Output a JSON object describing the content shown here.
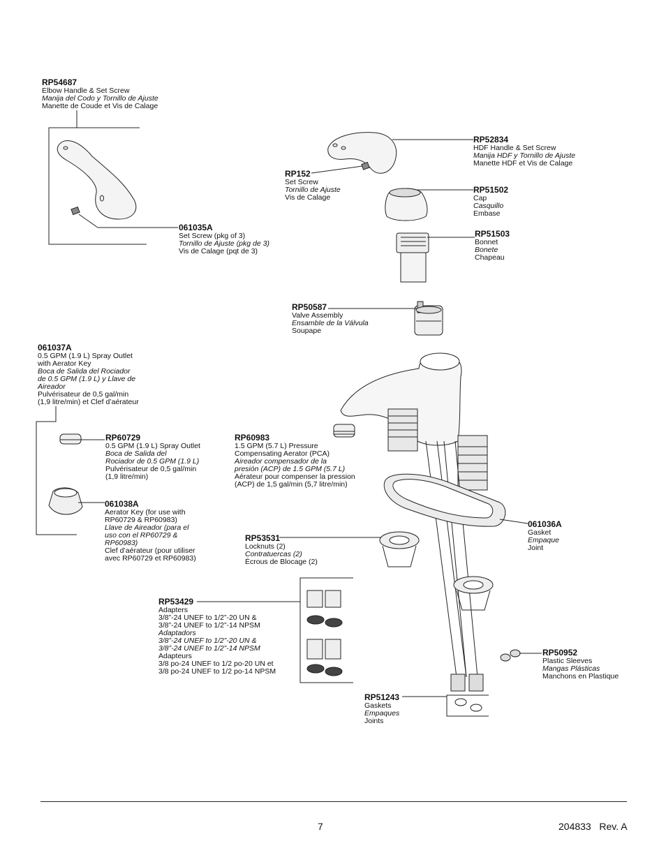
{
  "parts": [
    {
      "id": "rp54687",
      "number": "RP54687",
      "lines": [
        {
          "text": "Elbow Handle & Set Screw",
          "italic": false
        },
        {
          "text": "Manija del Codo y Tornillo de Ajuste",
          "italic": true
        },
        {
          "text": "Manette de Coude et Vis de Calage",
          "italic": false
        }
      ]
    },
    {
      "id": "061035a",
      "number": "061035A",
      "lines": [
        {
          "text": "Set Screw (pkg of 3)",
          "italic": false
        },
        {
          "text": "Tornillo de Ajuste (pkg de 3)",
          "italic": true
        },
        {
          "text": "Vis de Calage (pqt de 3)",
          "italic": false
        }
      ]
    },
    {
      "id": "rp52834",
      "number": "RP52834",
      "lines": [
        {
          "text": "HDF Handle & Set Screw",
          "italic": false
        },
        {
          "text": "Manija HDF y Tornillo de Ajuste",
          "italic": true
        },
        {
          "text": "Manette HDF et Vis de Calage",
          "italic": false
        }
      ]
    },
    {
      "id": "rp152",
      "number": "RP152",
      "lines": [
        {
          "text": "Set Screw",
          "italic": false
        },
        {
          "text": "Tornillo de Ajuste",
          "italic": true
        },
        {
          "text": "Vis de Calage",
          "italic": false
        }
      ]
    },
    {
      "id": "rp51502",
      "number": "RP51502",
      "lines": [
        {
          "text": "Cap",
          "italic": false
        },
        {
          "text": "Casquillo",
          "italic": true
        },
        {
          "text": "Embase",
          "italic": false
        }
      ]
    },
    {
      "id": "rp51503",
      "number": "RP51503",
      "lines": [
        {
          "text": "Bonnet",
          "italic": false
        },
        {
          "text": "Bonete",
          "italic": true
        },
        {
          "text": "Chapeau",
          "italic": false
        }
      ]
    },
    {
      "id": "rp50587",
      "number": "RP50587",
      "lines": [
        {
          "text": "Valve Assembly",
          "italic": false
        },
        {
          "text": "Ensamble de la Válvula",
          "italic": true
        },
        {
          "text": "Soupape",
          "italic": false
        }
      ]
    },
    {
      "id": "061037a",
      "number": "061037A",
      "lines": [
        {
          "text": "0.5 GPM (1.9 L) Spray Outlet",
          "italic": false
        },
        {
          "text": "with Aerator Key",
          "italic": false
        },
        {
          "text": "Boca de Salida del Rociador",
          "italic": true
        },
        {
          "text": "de 0.5 GPM (1.9 L) y Llave de",
          "italic": true
        },
        {
          "text": "Aireador",
          "italic": true
        },
        {
          "text": "Pulvérisateur de 0,5 gal/min",
          "italic": false
        },
        {
          "text": "(1,9 litre/min) et Clef d’aérateur",
          "italic": false
        }
      ]
    },
    {
      "id": "rp60729",
      "number": "RP60729",
      "lines": [
        {
          "text": "0.5 GPM (1.9 L) Spray Outlet",
          "italic": false
        },
        {
          "text": "Boca de Salida del",
          "italic": true
        },
        {
          "text": "Rociador de 0.5 GPM (1.9 L)",
          "italic": true
        },
        {
          "text": "Pulvérisateur de 0,5 gal/min",
          "italic": false
        },
        {
          "text": "(1,9 litre/min)",
          "italic": false
        }
      ]
    },
    {
      "id": "rp60983",
      "number": "RP60983",
      "lines": [
        {
          "text": "1.5 GPM (5.7 L) Pressure",
          "italic": false
        },
        {
          "text": "Compensating Aerator (PCA)",
          "italic": false
        },
        {
          "text": "Aireador compensador de la",
          "italic": true
        },
        {
          "text": "presión (ACP) de 1.5 GPM (5.7 L)",
          "italic": true
        },
        {
          "text": "Aérateur pour compenser la pression",
          "italic": false
        },
        {
          "text": "(ACP) de 1,5 gal/min (5,7 litre/min)",
          "italic": false
        }
      ]
    },
    {
      "id": "061038a",
      "number": "061038A",
      "lines": [
        {
          "text": "Aerator Key (for use with",
          "italic": false
        },
        {
          "text": "RP60729 & RP60983)",
          "italic": false
        },
        {
          "text": "Llave de Aireador (para el",
          "italic": true
        },
        {
          "text": "uso con el RP60729 &",
          "italic": true
        },
        {
          "text": "RP60983)",
          "italic": true
        },
        {
          "text": "Clef d’aérateur (pour utiliser",
          "italic": false
        },
        {
          "text": "avec RP60729 et RP60983)",
          "italic": false
        }
      ]
    },
    {
      "id": "061036a",
      "number": "061036A",
      "lines": [
        {
          "text": "Gasket",
          "italic": false
        },
        {
          "text": "Empaque",
          "italic": true
        },
        {
          "text": "Joint",
          "italic": false
        }
      ]
    },
    {
      "id": "rp53531",
      "number": "RP53531",
      "lines": [
        {
          "text": "Locknuts (2)",
          "italic": false
        },
        {
          "text": "Contratuercas (2)",
          "italic": true
        },
        {
          "text": "Écrous de Blocage (2)",
          "italic": false
        }
      ]
    },
    {
      "id": "rp53429",
      "number": "RP53429",
      "lines": [
        {
          "text": "Adapters",
          "italic": false
        },
        {
          "text": "3/8”-24 UNEF to 1/2”-20 UN &",
          "italic": false
        },
        {
          "text": "3/8”-24 UNEF to 1/2”-14 NPSM",
          "italic": false
        },
        {
          "text": "Adaptadors",
          "italic": true
        },
        {
          "text": "3/8”-24 UNEF to 1/2”-20 UN &",
          "italic": true
        },
        {
          "text": "3/8”-24 UNEF to 1/2”-14 NPSM",
          "italic": true
        },
        {
          "text": "Adapteurs",
          "italic": false
        },
        {
          "text": "3/8 po-24 UNEF to 1/2 po-20 UN et",
          "italic": false
        },
        {
          "text": "3/8 po-24 UNEF to 1/2 po-14 NPSM",
          "italic": false
        }
      ]
    },
    {
      "id": "rp50952",
      "number": "RP50952",
      "lines": [
        {
          "text": "Plastic Sleeves",
          "italic": false
        },
        {
          "text": "Mangas Plásticas",
          "italic": true
        },
        {
          "text": "Manchons en Plastique",
          "italic": false
        }
      ]
    },
    {
      "id": "rp51243",
      "number": "RP51243",
      "lines": [
        {
          "text": "Gaskets",
          "italic": false
        },
        {
          "text": "Empaques",
          "italic": true
        },
        {
          "text": "Joints",
          "italic": false
        }
      ]
    }
  ],
  "footer": {
    "page_number": "7",
    "document_number": "204833   Rev. A"
  }
}
